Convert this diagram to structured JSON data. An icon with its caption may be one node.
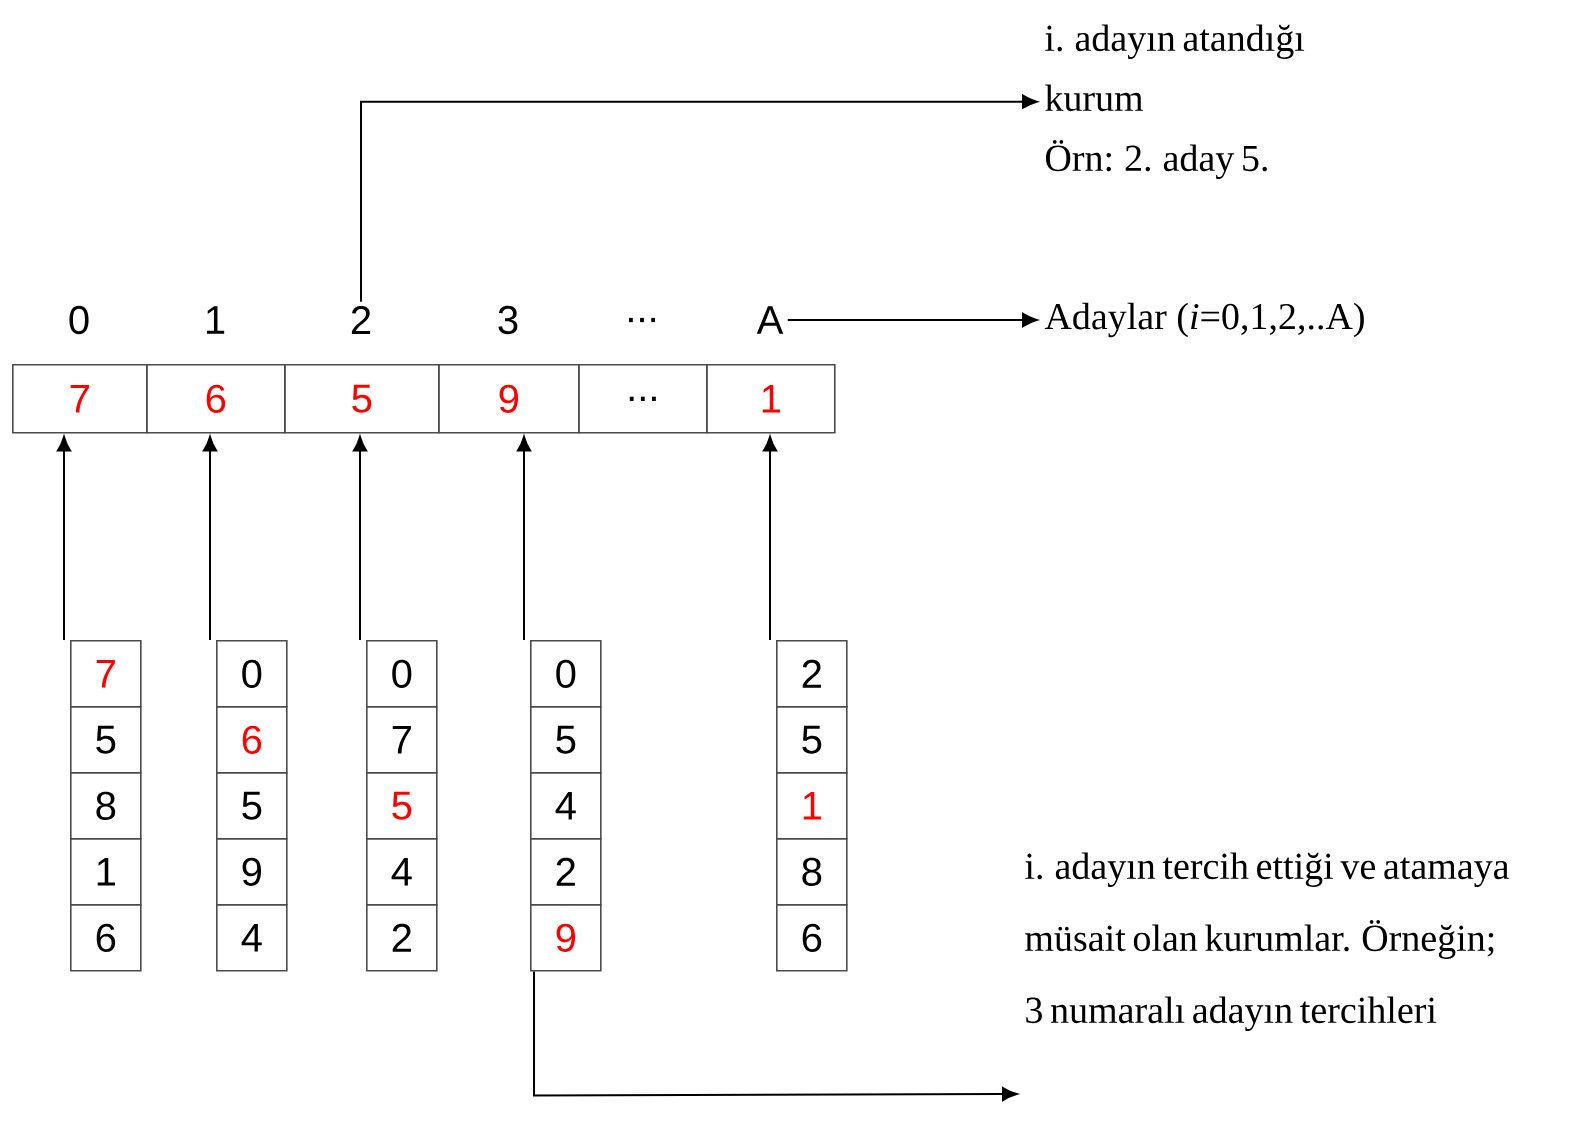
{
  "diagram": {
    "nodes": [
      {
        "text": [
          "i. adayın atandığı kurum",
          "Örn: 2. aday 5."
        ]
      },
      {
        "text": [
          "0"
        ]
      },
      {
        "text": [
          "1"
        ]
      },
      {
        "text": [
          "2"
        ]
      },
      {
        "text": [
          "3"
        ]
      },
      {
        "text": [
          "..."
        ]
      },
      {
        "text": [
          "A"
        ]
      },
      {
        "text": [
          "Adaylar (*i*=0,1,2,..A)"
        ]
      },
      {
        "text": [
          "7"
        ]
      },
      {
        "text": [
          "6"
        ]
      },
      {
        "text": [
          "5"
        ]
      },
      {
        "text": [
          "9"
        ]
      },
      {
        "text": [
          "..."
        ]
      },
      {
        "text": [
          "1"
        ]
      },
      {
        "text": [
          "7"
        ]
      },
      {
        "text": [
          "5"
        ]
      },
      {
        "text": [
          "8"
        ]
      },
      {
        "text": [
          "1"
        ]
      },
      {
        "text": [
          "6"
        ]
      },
      {
        "text": [
          "0"
        ]
      },
      {
        "text": [
          "6"
        ]
      },
      {
        "text": [
          "5"
        ]
      },
      {
        "text": [
          "9"
        ]
      },
      {
        "text": [
          "4"
        ]
      },
      {
        "text": [
          "0"
        ]
      },
      {
        "text": [
          "7"
        ]
      },
      {
        "text": [
          "5"
        ]
      },
      {
        "text": [
          "4"
        ]
      },
      {
        "text": [
          "2"
        ]
      },
      {
        "text": [
          "0"
        ]
      },
      {
        "text": [
          "5"
        ]
      },
      {
        "text": [
          "4"
        ]
      },
      {
        "text": [
          "2"
        ]
      },
      {
        "text": [
          "9"
        ]
      },
      {
        "text": [
          "2"
        ]
      },
      {
        "text": [
          "5"
        ]
      },
      {
        "text": [
          "1"
        ]
      },
      {
        "text": [
          "8"
        ]
      },
      {
        "text": [
          "6"
        ]
      },
      {
        "text": [
          "i. adayın tercih ettiği ve atamaya müsait olan kurumlar. Örneğin; 3 numaralı adayın tercihleri"
        ]
      }
    ],
    "edges": [
      {
        "from": 3,
        "to": 0,
        "arrow": "to"
      },
      {
        "from": 6,
        "to": 7,
        "arrow": "to"
      },
      {
        "from": 14,
        "to": 8,
        "arrow": "to"
      },
      {
        "from": 19,
        "to": 9,
        "arrow": "to"
      },
      {
        "from": 24,
        "to": 10,
        "arrow": "to"
      },
      {
        "from": 29,
        "to": 11,
        "arrow": "to"
      },
      {
        "from": 34,
        "to": 13,
        "arrow": "to"
      },
      {
        "from": 33,
        "to": 39,
        "arrow": "to"
      }
    ]
  }
}
